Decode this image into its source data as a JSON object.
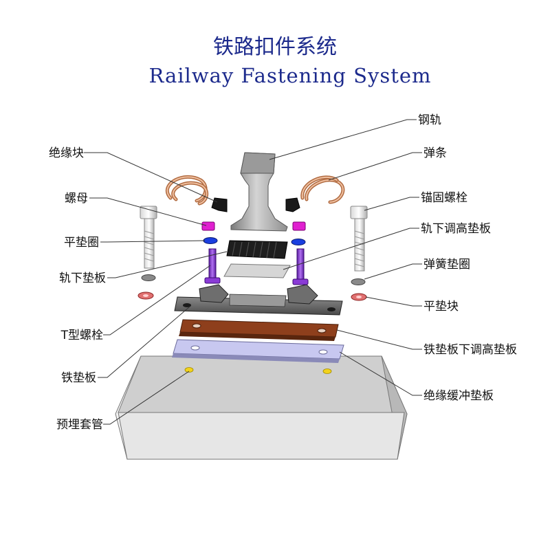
{
  "title": {
    "cn": "铁路扣件系统",
    "en": "Railway Fastening System"
  },
  "labels_left": {
    "insulating_block": "绝缘块",
    "nut": "螺母",
    "flat_washer": "平垫圈",
    "rail_pad": "轨下垫板",
    "t_bolt": "T型螺栓",
    "iron_baseplate": "铁垫板",
    "embedded_sleeve": "预埋套管"
  },
  "labels_right": {
    "rail": "钢轨",
    "elastic_clip": "弹条",
    "anchor_bolt": "锚固螺栓",
    "rail_height_adjust_pad": "轨下调高垫板",
    "spring_washer": "弹簧垫圈",
    "flat_pad_block": "平垫块",
    "baseplate_height_adjust_pad": "铁垫板下调高垫板",
    "insulating_buffer_pad": "绝缘缓冲垫板"
  },
  "colors": {
    "title": "#1c2a8c",
    "rail": "#a8a8a8",
    "clip": "#d9a07a",
    "nut": "#e020d0",
    "t_bolt": "#8a3bd6",
    "washer_blue": "#1a3fe0",
    "flat_pad": "#e07070",
    "brown_pad": "#8a3a1a",
    "lilac_pad": "#b4b4e6",
    "sleeper": "#e2e2e2"
  }
}
